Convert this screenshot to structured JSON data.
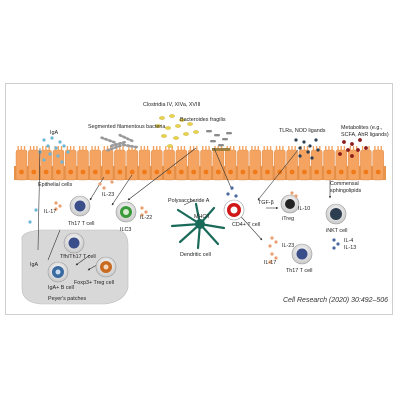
{
  "labels": {
    "iga_top": "IgA",
    "sfb": "Segmented filamentous bacteria",
    "clostridia": "Clostridia IV, XIVa, XVIII",
    "bacteroides": "Bacteroides fragilis",
    "tlr_nod": "TLRs, NOD ligands",
    "metabolites_1": "Metabolites (e.g.,",
    "metabolites_2": "SCFA, AhR ligands)",
    "epithelial": "Epithelial cells",
    "il17_left": "IL-17",
    "th17_left": "Th17 T cell",
    "il23_left": "IL-23",
    "ilc3": "ILC3",
    "il22": "IL-22",
    "polysaccharide": "Polysaccharide A",
    "mhcii": "MHCII",
    "tgfb": "TGF-β",
    "cd4": "CD4+ T cell",
    "il10": "IL-10",
    "itreg": "iTreg",
    "commensal_1": "Commensal",
    "commensal_2": "sphingolipids",
    "inkt": "iNKT cell",
    "il4": "IL-4",
    "il13": "IL-13",
    "dendritic": "Dendritic cell",
    "il23_right": "IL-23",
    "il17_right": "IL-17",
    "th17_right": "Th17 T cell",
    "tfh": "Tfh/Th17 T cell",
    "iga_patch": "IgA",
    "iga_bcell": "IgA+ B cell",
    "foxp3": "Foxp3+ Treg cell",
    "peyers": "Peyer's patches"
  },
  "citation": "Cell Research (2020) 30:492–506",
  "colors": {
    "epithelium": "#f4a460",
    "epithelium_dark": "#e8944a",
    "nucleus": "#f07a1a",
    "iga_dots": "#6cb6d6",
    "bacteria_gray": "#9a9a9a",
    "clostridia_yellow": "#e8d24a",
    "bacteroides_gray": "#8b8b8b",
    "tlr_dark": "#2c3e50",
    "metabolite_red": "#8b1a1a",
    "th17_blue": "#3a4f8a",
    "ilc3_green": "#3a9a3a",
    "cd4_red": "#d01818",
    "dendritic_green": "#1a6a5a",
    "itreg_black": "#222222",
    "peyers_bg": "#d8d8d8",
    "foxp3_orange": "#c86a20",
    "cytokine_orange": "#e8a070",
    "cytokine_blue": "#4a6aa0"
  }
}
